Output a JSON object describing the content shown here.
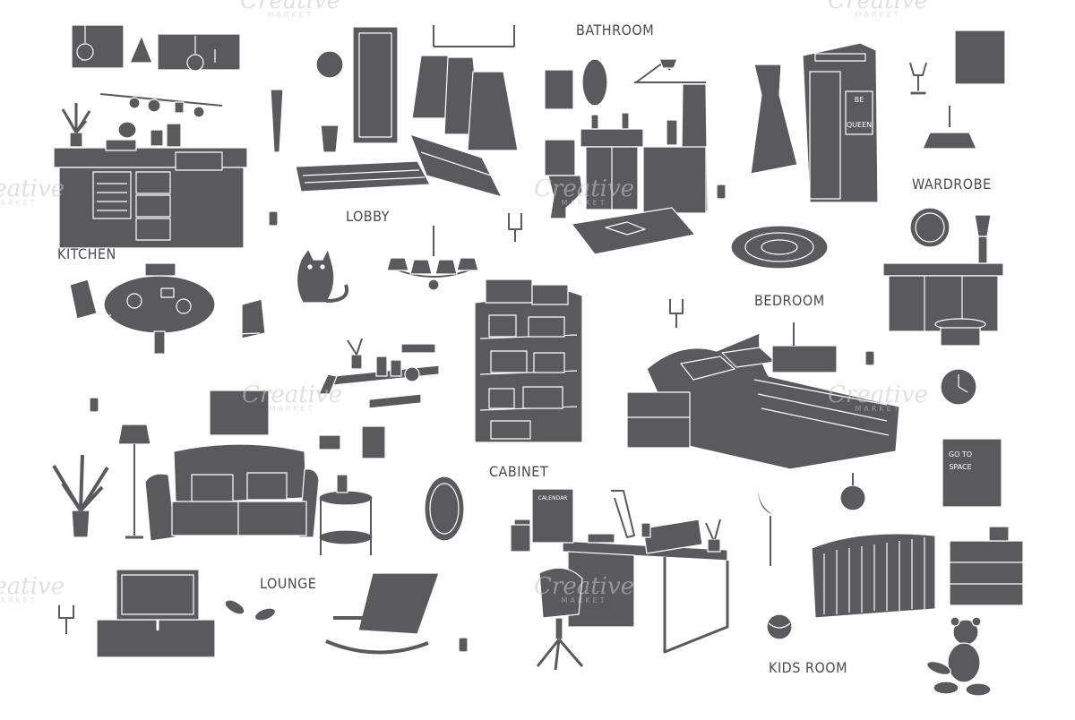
{
  "colors": {
    "ink": "#5a5a5d",
    "line": "#ffffff",
    "label": "#4a4a4c",
    "watermark": "#c8c8c8"
  },
  "labels": {
    "bathroom": "BATHROOM",
    "lobby": "LOBBY",
    "wardrobe": "WARDROBE",
    "kitchen": "KITCHEN",
    "bedroom": "BEDROOM",
    "cabinet": "CABINET",
    "lounge": "LOUNGE",
    "kids_room": "KIDS ROOM"
  },
  "item_text": {
    "wardrobe_sticker_1": "BE",
    "wardrobe_sticker_2": "QUEEN",
    "calendar": "CALENDAR",
    "poster_1": "GO TO",
    "poster_2": "SPACE"
  },
  "watermark": {
    "brand": "Creative",
    "sub": "MARKET"
  }
}
